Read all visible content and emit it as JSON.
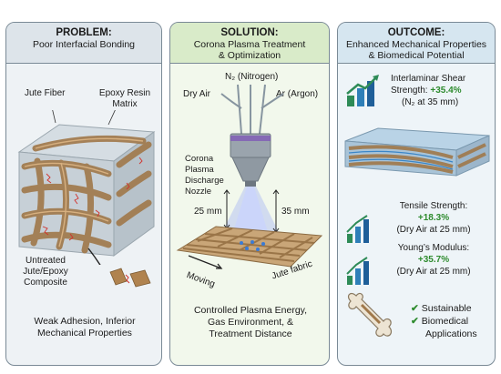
{
  "problem": {
    "title": "PROBLEM:",
    "subtitle": "Poor Interfacial Bonding",
    "label_fiber": "Jute Fiber",
    "label_resin_1": "Epoxy Resin",
    "label_resin_2": "Matrix",
    "label_untreated_1": "Untreated",
    "label_untreated_2": "Jute/Epoxy",
    "label_untreated_3": "Composite",
    "footer_1": "Weak Adhesion, Inferior",
    "footer_2": "Mechanical Properties"
  },
  "solution": {
    "title": "SOLUTION:",
    "subtitle_1": "Corona Plasma Treatment",
    "subtitle_2": "& Optimization",
    "gas_n2": "N₂ (Nitrogen)",
    "gas_air": "Dry Air",
    "gas_ar": "Ar (Argon)",
    "nozzle_1": "Corona",
    "nozzle_2": "Plasma",
    "nozzle_3": "Discharge",
    "nozzle_4": "Nozzle",
    "dist_left": "25 mm",
    "dist_right": "35 mm",
    "moving": "Moving",
    "fabric": "Jute fabric",
    "footer_1": "Controlled Plasma Energy,",
    "footer_2": "Gas Environment, &",
    "footer_3": "Treatment Distance"
  },
  "outcome": {
    "title": "OUTCOME:",
    "subtitle_1": "Enhanced Mechanical Properties",
    "subtitle_2": "& Biomedical Potential",
    "ilss_1": "Interlaminar Shear",
    "ilss_2": "Strength: ",
    "ilss_value": "+35.4%",
    "ilss_3": "(N₂ at 35 mm)",
    "tensile_1": "Tensile Strength:",
    "tensile_value": "+18.3%",
    "tensile_2": "(Dry Air at 25 mm)",
    "modulus_1": "Young’s Modulus:",
    "modulus_value": "+35.7%",
    "modulus_2": "(Dry Air at 25 mm)",
    "check_1": "Sustainable",
    "check_2": "Biomedical",
    "check_3": "Applications"
  }
}
